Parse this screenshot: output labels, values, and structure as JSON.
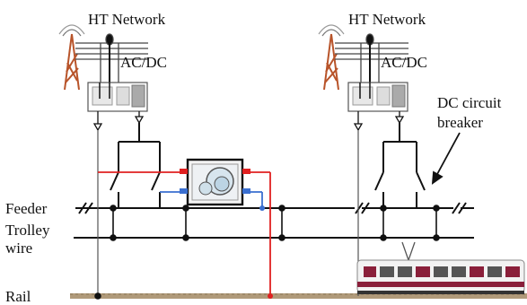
{
  "labels": {
    "network_left": "HT Network",
    "network_right": "HT Network",
    "converter_left": "AC/DC",
    "converter_right": "AC/DC",
    "dc_breaker": "DC circuit\nbreaker",
    "feeder": "Feeder",
    "trolley_wire": "Trolley\nwire",
    "rail": "Rail"
  },
  "colors": {
    "line": "#111111",
    "red_link": "#e02020",
    "blue_link": "#3a6fd0",
    "tower": "#b8542a",
    "rail": "#b09a7a",
    "train_body": "#f2f2f2",
    "train_stripe": "#8a1f3a"
  }
}
